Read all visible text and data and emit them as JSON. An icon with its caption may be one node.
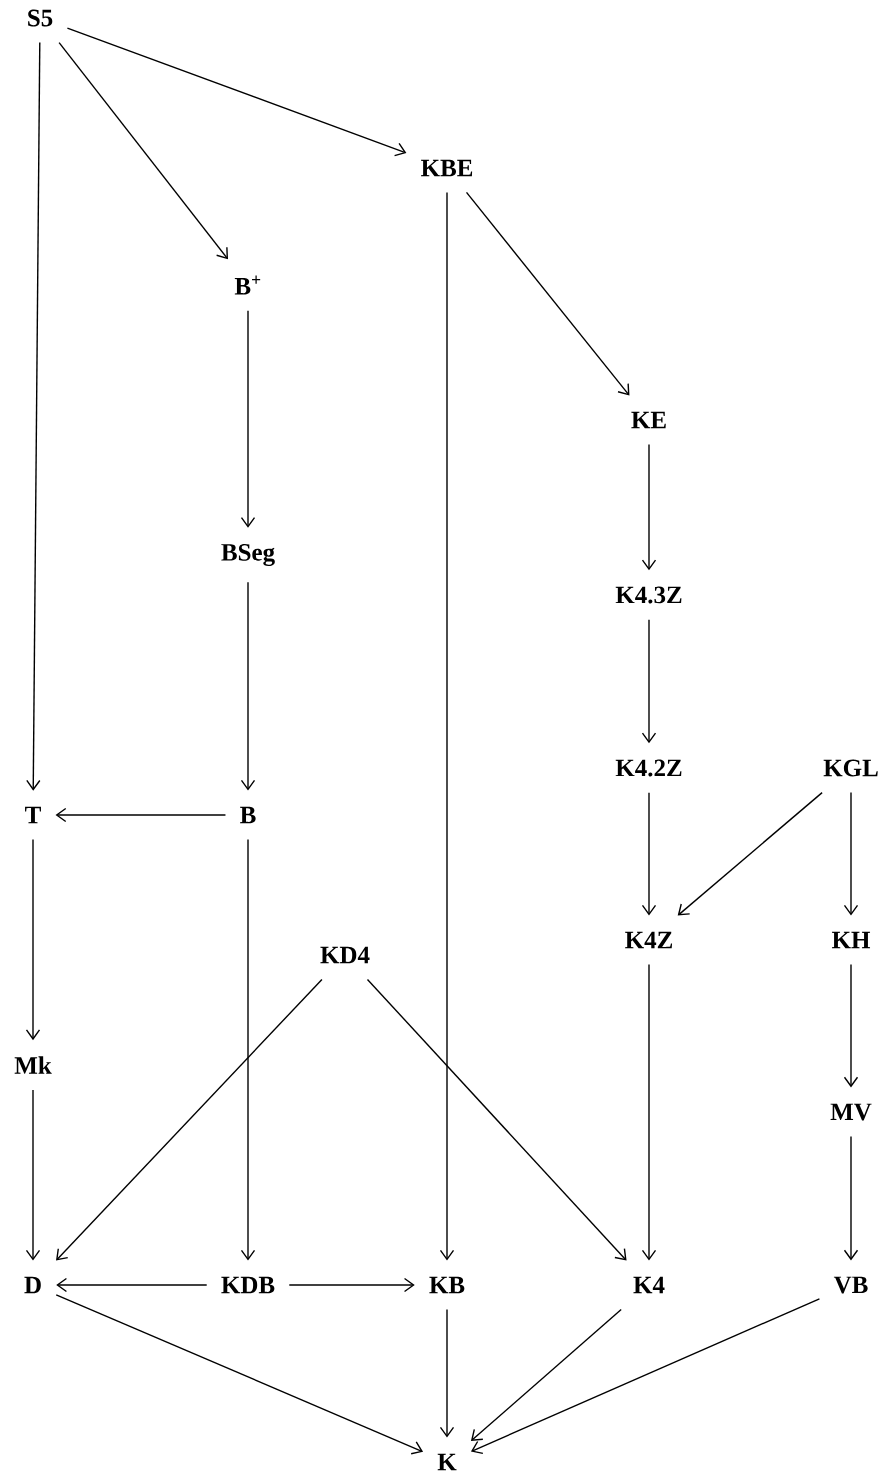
{
  "diagram": {
    "nodes": [
      {
        "text": [
          "S5"
        ]
      },
      {
        "text": [
          "KBE"
        ]
      },
      {
        "text": [
          "B$^{+}$"
        ]
      },
      {
        "text": [
          "KE"
        ]
      },
      {
        "text": [
          "BSeg"
        ]
      },
      {
        "text": [
          "K4.3Z"
        ]
      },
      {
        "text": [
          "K4.2Z"
        ]
      },
      {
        "text": [
          "KGL"
        ]
      },
      {
        "text": [
          "T"
        ]
      },
      {
        "text": [
          "B"
        ]
      },
      {
        "text": [
          "KD4"
        ]
      },
      {
        "text": [
          "K4Z"
        ]
      },
      {
        "text": [
          "KH"
        ]
      },
      {
        "text": [
          "Mk"
        ]
      },
      {
        "text": [
          "MV"
        ]
      },
      {
        "text": [
          "D"
        ]
      },
      {
        "text": [
          "KDB"
        ]
      },
      {
        "text": [
          "KB"
        ]
      },
      {
        "text": [
          "K4"
        ]
      },
      {
        "text": [
          "VB"
        ]
      },
      {
        "text": [
          "K"
        ]
      }
    ],
    "edges": [
      {
        "from": 0,
        "to": 8,
        "arrow": "to"
      },
      {
        "from": 0,
        "to": 2,
        "arrow": "to"
      },
      {
        "from": 0,
        "to": 1,
        "arrow": "to"
      },
      {
        "from": 1,
        "to": 17,
        "arrow": "to"
      },
      {
        "from": 1,
        "to": 3,
        "arrow": "to"
      },
      {
        "from": 2,
        "to": 4,
        "arrow": "to"
      },
      {
        "from": 3,
        "to": 5,
        "arrow": "to"
      },
      {
        "from": 4,
        "to": 9,
        "arrow": "to"
      },
      {
        "from": 5,
        "to": 6,
        "arrow": "to"
      },
      {
        "from": 6,
        "to": 11,
        "arrow": "to"
      },
      {
        "from": 7,
        "to": 11,
        "arrow": "to"
      },
      {
        "from": 7,
        "to": 12,
        "arrow": "to"
      },
      {
        "from": 9,
        "to": 8,
        "arrow": "to"
      },
      {
        "from": 9,
        "to": 16,
        "arrow": "to"
      },
      {
        "from": 8,
        "to": 13,
        "arrow": "to"
      },
      {
        "from": 10,
        "to": 15,
        "arrow": "to"
      },
      {
        "from": 10,
        "to": 18,
        "arrow": "to"
      },
      {
        "from": 11,
        "to": 18,
        "arrow": "to"
      },
      {
        "from": 12,
        "to": 14,
        "arrow": "to"
      },
      {
        "from": 13,
        "to": 15,
        "arrow": "to"
      },
      {
        "from": 14,
        "to": 19,
        "arrow": "to"
      },
      {
        "from": 16,
        "to": 15,
        "arrow": "to"
      },
      {
        "from": 16,
        "to": 17,
        "arrow": "to"
      },
      {
        "from": 15,
        "to": 20,
        "arrow": "to"
      },
      {
        "from": 17,
        "to": 20,
        "arrow": "to"
      },
      {
        "from": 18,
        "to": 20,
        "arrow": "to"
      },
      {
        "from": 19,
        "to": 20,
        "arrow": "to"
      }
    ]
  }
}
